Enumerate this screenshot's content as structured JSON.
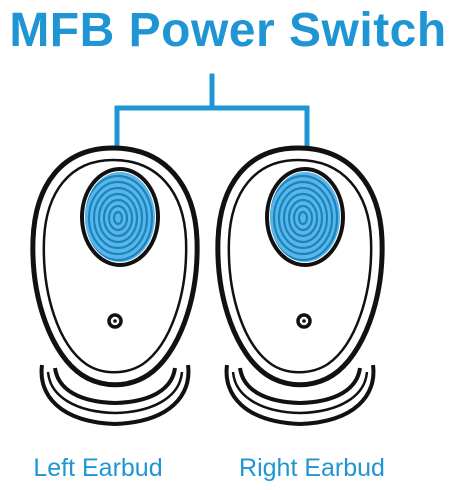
{
  "title": "MFB Power Switch",
  "labels": {
    "left": "Left Earbud",
    "right": "Right Earbud"
  },
  "colors": {
    "accent": "#1f96d3",
    "outline": "#111111",
    "background": "#ffffff"
  },
  "icons": {
    "touch_pad": "fingerprint-icon",
    "mic_hole": "microphone-hole-icon"
  }
}
